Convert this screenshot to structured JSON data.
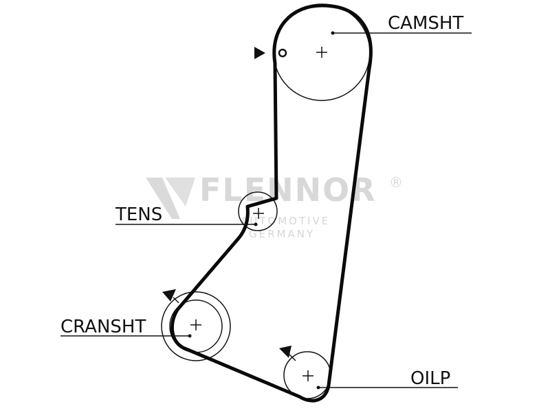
{
  "labels": {
    "camshaft": "CAMSHT",
    "tensioner": "TENS",
    "crankshaft": "CRANSHT",
    "oil_pump": "OILP"
  },
  "watermark": {
    "brand": "FLENNOR",
    "registered": "®",
    "line1": "AUTOMOTIVE",
    "line2": "GERMANY"
  },
  "colors": {
    "ink": "#111111",
    "belt": "#0a0a0a",
    "watermark": "#d8d8d8"
  }
}
